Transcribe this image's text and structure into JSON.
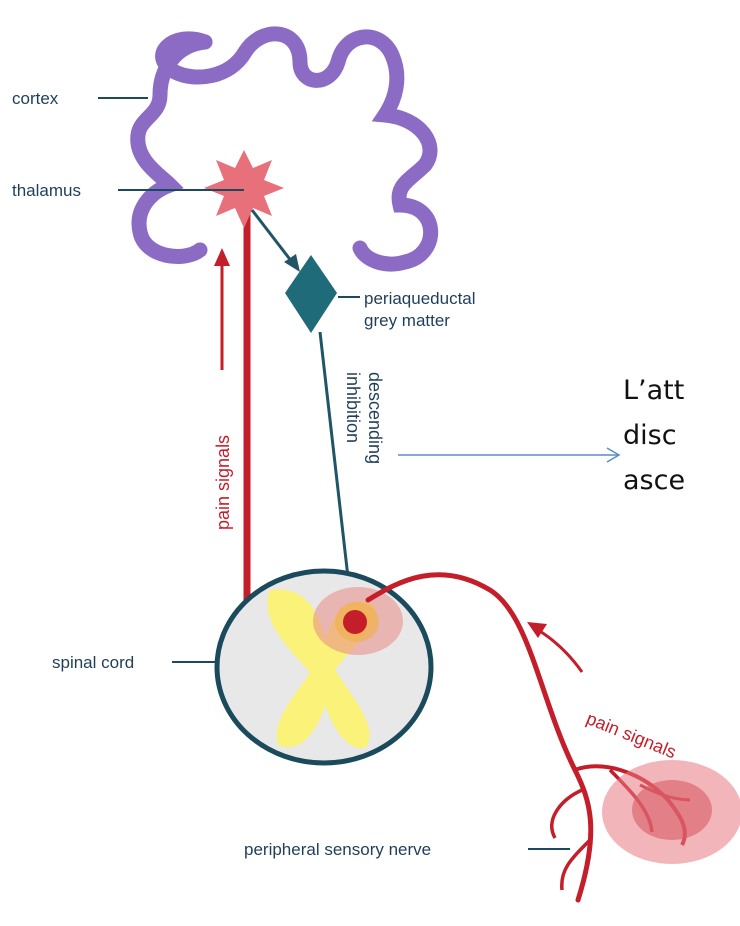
{
  "diagram": {
    "labels": {
      "cortex": "cortex",
      "thalamus": "thalamus",
      "pag_line1": "periaqueductal",
      "pag_line2": "grey matter",
      "descending_line1": "descending",
      "descending_line2": "inhibition",
      "pain_signals_vertical": "pain signals",
      "spinal_cord": "spinal cord",
      "pain_signals_curved": "pain signals",
      "peripheral_nerve": "peripheral sensory nerve"
    },
    "annotation": {
      "line1": "L’att",
      "line2": "disc",
      "line3": "asce"
    },
    "colors": {
      "cortex": "#8b6bc4",
      "pathway": "#c41e2a",
      "pag": "#1f6b7a",
      "label_text": "#1f3e5a",
      "cord_fill": "#e8e8e8",
      "cord_outline": "#1a4a5c",
      "grey_matter": "#fbf27a",
      "arrow_blue": "#5b8cc8"
    }
  }
}
